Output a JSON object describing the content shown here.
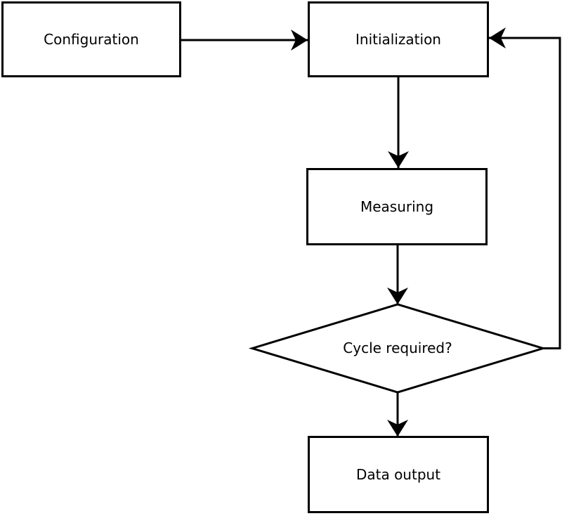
{
  "diagram": {
    "type": "flowchart",
    "colors": {
      "stroke": "#000000",
      "node_fill": "#ffffff",
      "background": "#ffffff",
      "text": "#000000"
    },
    "nodes": {
      "configuration": {
        "label": "Configuration",
        "shape": "rectangle"
      },
      "initialization": {
        "label": "Initialization",
        "shape": "rectangle"
      },
      "measuring": {
        "label": "Measuring",
        "shape": "rectangle"
      },
      "cycle_decision": {
        "label": "Cycle required?",
        "shape": "diamond"
      },
      "data_output": {
        "label": "Data output",
        "shape": "rectangle"
      }
    },
    "edges": [
      {
        "from": "configuration",
        "to": "initialization",
        "style": "arrow"
      },
      {
        "from": "initialization",
        "to": "measuring",
        "style": "arrow"
      },
      {
        "from": "measuring",
        "to": "cycle_decision",
        "style": "arrow"
      },
      {
        "from": "cycle_decision",
        "to": "data_output",
        "style": "arrow"
      },
      {
        "from": "cycle_decision",
        "to": "initialization",
        "style": "arrow-loopback-right"
      }
    ]
  }
}
